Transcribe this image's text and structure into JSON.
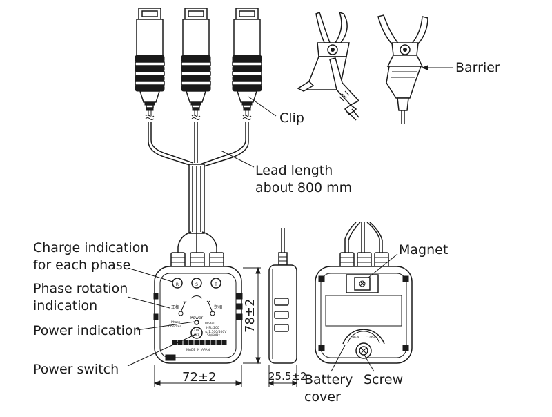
{
  "labels": {
    "clip": "Clip",
    "barrier": "Barrier",
    "lead_length_line1": "Lead length",
    "lead_length_line2": "about 800 mm",
    "charge_line1": "Charge indication",
    "charge_line2": "for each phase",
    "phase_rotation_line1": "Phase rotation",
    "phase_rotation_line2": "indication",
    "power_indication": "Power indication",
    "power_switch": "Power switch",
    "magnet": "Magnet",
    "battery_cover_line1": "Battery",
    "battery_cover_line2": "cover",
    "screw": "Screw"
  },
  "dimensions": {
    "width": "72±2",
    "height": "78±2",
    "depth": "25.5±2"
  },
  "device_face": {
    "phase_r": "R",
    "phase_s": "S",
    "phase_t": "T",
    "left_kanji": "正相",
    "right_kanji": "逆相",
    "power": "Power",
    "phase_checker_line1": "Phase",
    "phase_checker_line2": "Checker",
    "model_line1": "Model:",
    "model_line2": "HPL-200",
    "spec_line1": "≤ 1,500/400V",
    "spec_line2": "50/60Hz",
    "switch_on": "ON",
    "switch_off": "OFF",
    "made_in": "MADE IN JAPAN"
  },
  "back_face": {
    "open_label": "OPEN",
    "close_label": "CLOSE"
  }
}
